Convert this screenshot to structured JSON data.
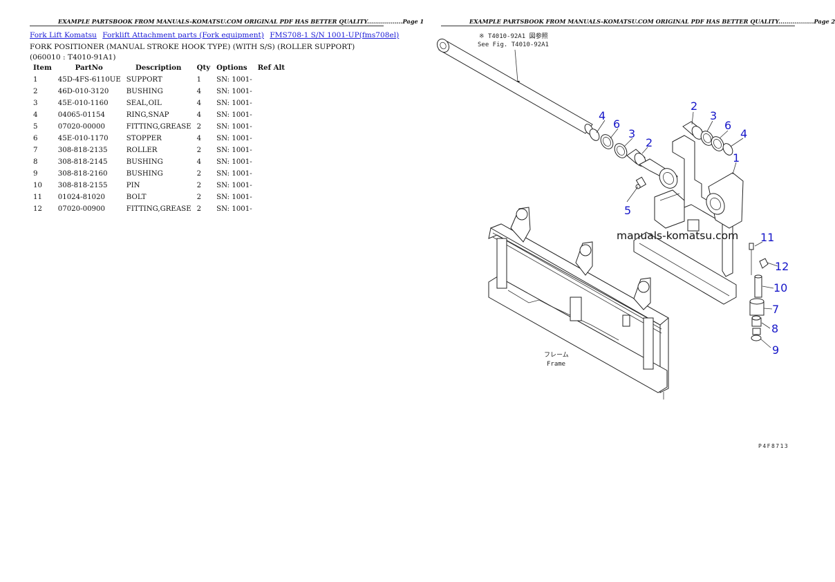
{
  "header": {
    "left": "EXAMPLE PARTSBOOK FROM MANUALS-KOMATSU.COM ORIGINAL PDF HAS BETTER QUALITY..................Page 1",
    "right": "EXAMPLE PARTSBOOK FROM MANUALS-KOMATSU.COM ORIGINAL PDF HAS BETTER QUALITY..................Page 2"
  },
  "breadcrumbs": [
    "Fork Lift Komatsu",
    "Forklift Attachment parts (Fork equipment)",
    "FMS708-1 S/N 1001-UP(fms708el)"
  ],
  "title": "FORK POSITIONER (MANUAL STROKE HOOK TYPE) (WITH S/S) (ROLLER SUPPORT)(060010 : T4010-91A1)",
  "table": {
    "headers": [
      "Item",
      "PartNo",
      "Description",
      "Qty",
      "Options",
      "Ref Alt"
    ],
    "rows": [
      [
        "1",
        "45D-4FS-6110UE",
        "SUPPORT",
        "1",
        "SN: 1001-",
        ""
      ],
      [
        "2",
        "46D-010-3120",
        "BUSHING",
        "4",
        "SN: 1001-",
        ""
      ],
      [
        "3",
        "45E-010-1160",
        "SEAL,OIL",
        "4",
        "SN: 1001-",
        ""
      ],
      [
        "4",
        "04065-01154",
        "RING,SNAP",
        "4",
        "SN: 1001-",
        ""
      ],
      [
        "5",
        "07020-00000",
        "FITTING,GREASE",
        "2",
        "SN: 1001-",
        ""
      ],
      [
        "6",
        "45E-010-1170",
        "STOPPER",
        "4",
        "SN: 1001-",
        ""
      ],
      [
        "7",
        "308-818-2135",
        "ROLLER",
        "2",
        "SN: 1001-",
        ""
      ],
      [
        "8",
        "308-818-2145",
        "BUSHING",
        "4",
        "SN: 1001-",
        ""
      ],
      [
        "9",
        "308-818-2160",
        "BUSHING",
        "2",
        "SN: 1001-",
        ""
      ],
      [
        "10",
        "308-818-2155",
        "PIN",
        "2",
        "SN: 1001-",
        ""
      ],
      [
        "11",
        "01024-81020",
        "BOLT",
        "2",
        "SN: 1001-",
        ""
      ],
      [
        "12",
        "07020-00900",
        "FITTING,GREASE",
        "2",
        "SN: 1001-",
        ""
      ]
    ]
  },
  "diagram": {
    "ref_jp": "※ T4010-92A1 図参照",
    "ref_en": "See Fig. T4010-92A1",
    "watermark": "manuals-komatsu.com",
    "frame_jp": "フレーム",
    "frame_en": "Frame",
    "fig_code": "P4F8713",
    "callouts": [
      "4",
      "6",
      "3",
      "2",
      "2",
      "3",
      "6",
      "4",
      "1",
      "5",
      "11",
      "12",
      "10",
      "7",
      "8",
      "9"
    ]
  }
}
